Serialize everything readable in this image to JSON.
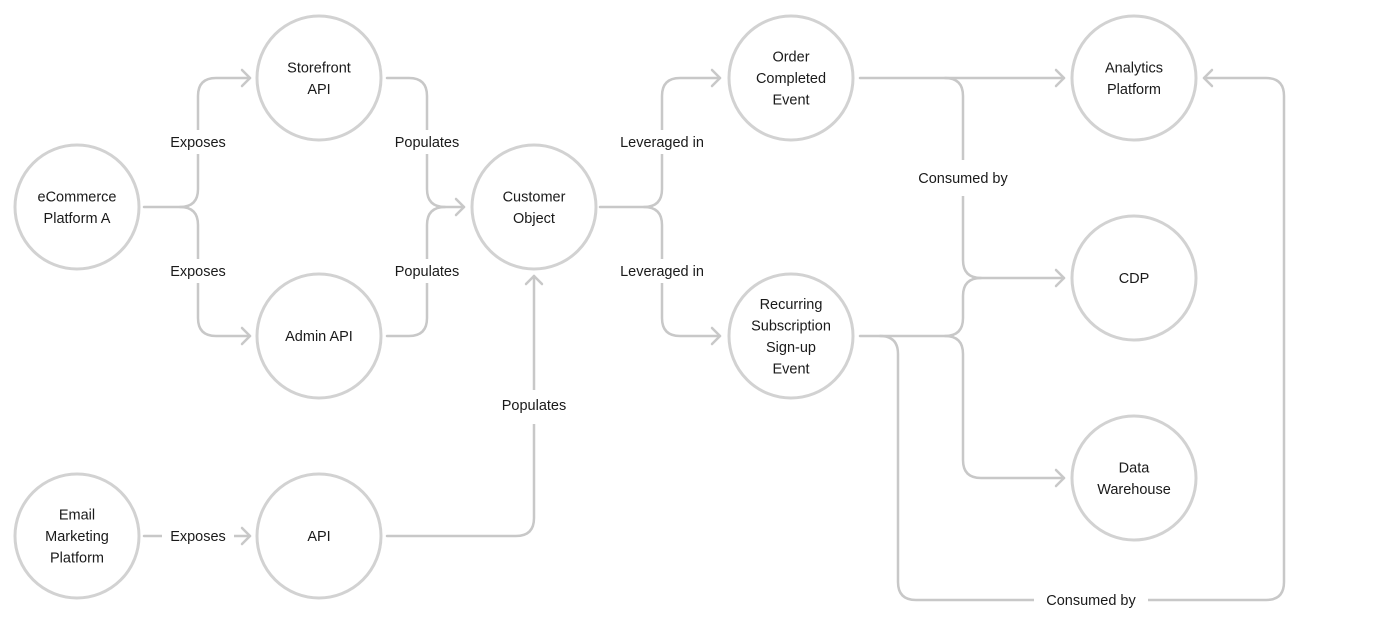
{
  "diagram": {
    "nodes": {
      "ecommerce": {
        "lines": [
          "eCommerce",
          "Platform A"
        ]
      },
      "storefront": {
        "lines": [
          "Storefront",
          "API"
        ]
      },
      "admin": {
        "lines": [
          "Admin API"
        ]
      },
      "email": {
        "lines": [
          "Email",
          "Marketing",
          "Platform"
        ]
      },
      "api": {
        "lines": [
          "API"
        ]
      },
      "customer": {
        "lines": [
          "Customer",
          "Object"
        ]
      },
      "order": {
        "lines": [
          "Order",
          "Completed",
          "Event"
        ]
      },
      "recurring": {
        "lines": [
          "Recurring",
          "Subscription",
          "Sign-up",
          "Event"
        ]
      },
      "analytics": {
        "lines": [
          "Analytics",
          "Platform"
        ]
      },
      "cdp": {
        "lines": [
          "CDP"
        ]
      },
      "warehouse": {
        "lines": [
          "Data",
          "Warehouse"
        ]
      }
    },
    "edge_labels": {
      "exposes_top": "Exposes",
      "exposes_bottom": "Exposes",
      "exposes_email": "Exposes",
      "populates_top": "Populates",
      "populates_bottom": "Populates",
      "populates_api": "Populates",
      "leveraged_top": "Leveraged in",
      "leveraged_bottom": "Leveraged in",
      "consumed_by_top": "Consumed by",
      "consumed_by_bottom": "Consumed by"
    }
  }
}
